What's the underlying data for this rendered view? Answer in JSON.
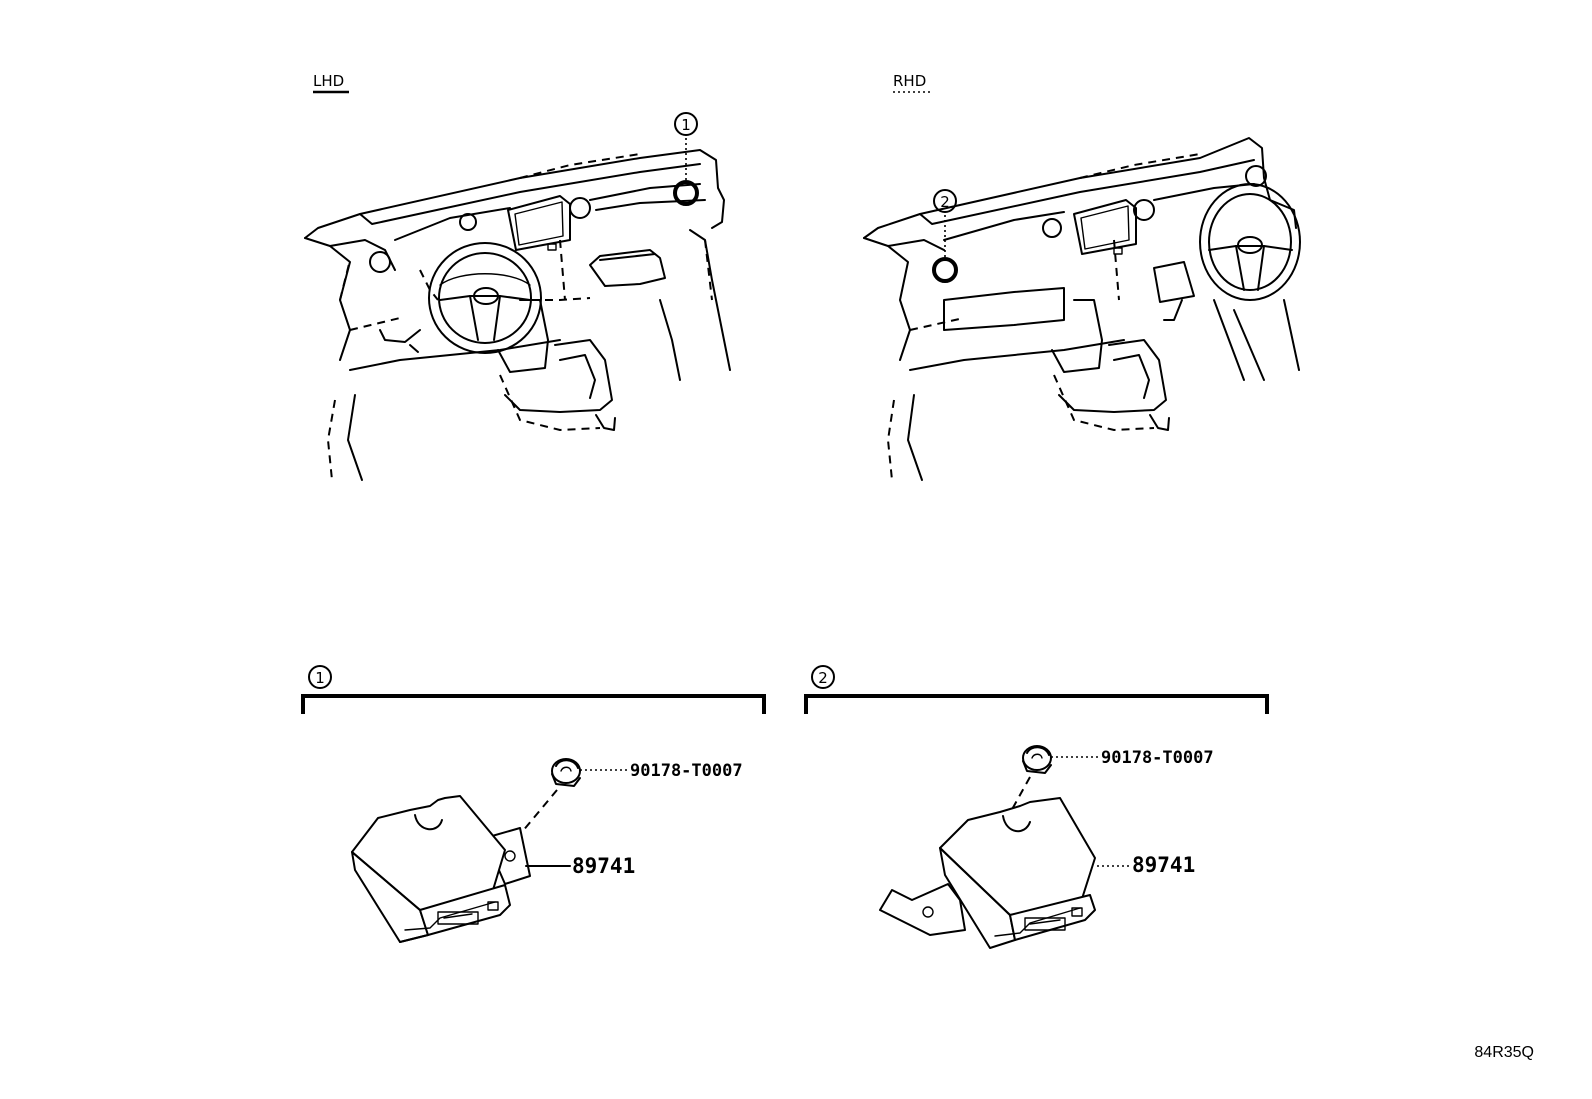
{
  "views": {
    "lhd": {
      "label": "LHD",
      "callout": "1"
    },
    "rhd": {
      "label": "RHD",
      "callout": "2"
    }
  },
  "details": [
    {
      "callout": "1",
      "parts": {
        "clip": "90178-T0007",
        "module": "89741"
      }
    },
    {
      "callout": "2",
      "parts": {
        "clip": "90178-T0007",
        "module": "89741"
      }
    }
  ],
  "drawing_code": "84R35Q"
}
